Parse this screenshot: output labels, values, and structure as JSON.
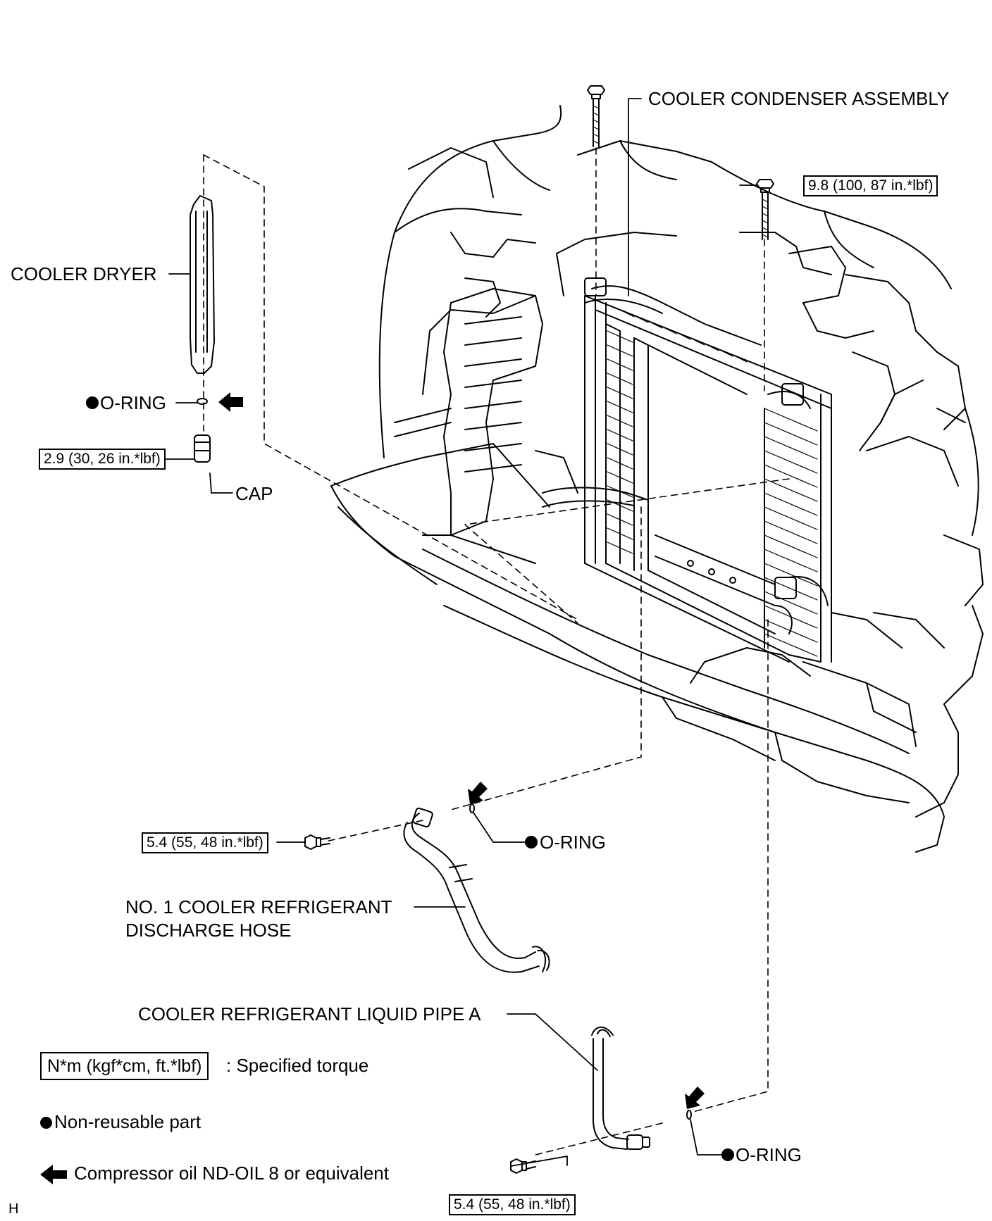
{
  "labels": {
    "cooler_condenser_assembly": "COOLER CONDENSER ASSEMBLY",
    "cooler_dryer": "COOLER DRYER",
    "o_ring_dryer": "O-RING",
    "cap": "CAP",
    "o_ring_discharge": "O-RING",
    "discharge_hose_line1": "NO. 1 COOLER REFRIGERANT",
    "discharge_hose_line2": "DISCHARGE HOSE",
    "liquid_pipe": "COOLER REFRIGERANT LIQUID PIPE A",
    "o_ring_liquid": "O-RING"
  },
  "torques": {
    "condenser_bolt": "9.8 (100, 87 in.*lbf)",
    "cap": "2.9 (30, 26 in.*lbf)",
    "discharge_bolt": "5.4 (55, 48 in.*lbf)",
    "liquid_bolt": "5.4 (55, 48 in.*lbf)"
  },
  "legend": {
    "torque_unit": "N*m (kgf*cm, ft.*lbf)",
    "torque_desc": ": Specified torque",
    "nonreusable": "Non-reusable part",
    "oil": "Compressor oil ND-OIL 8 or equivalent"
  },
  "corner_mark": "H",
  "icons": {
    "nonreusable": "filled-circle-icon",
    "oil": "left-arrow-icon"
  }
}
